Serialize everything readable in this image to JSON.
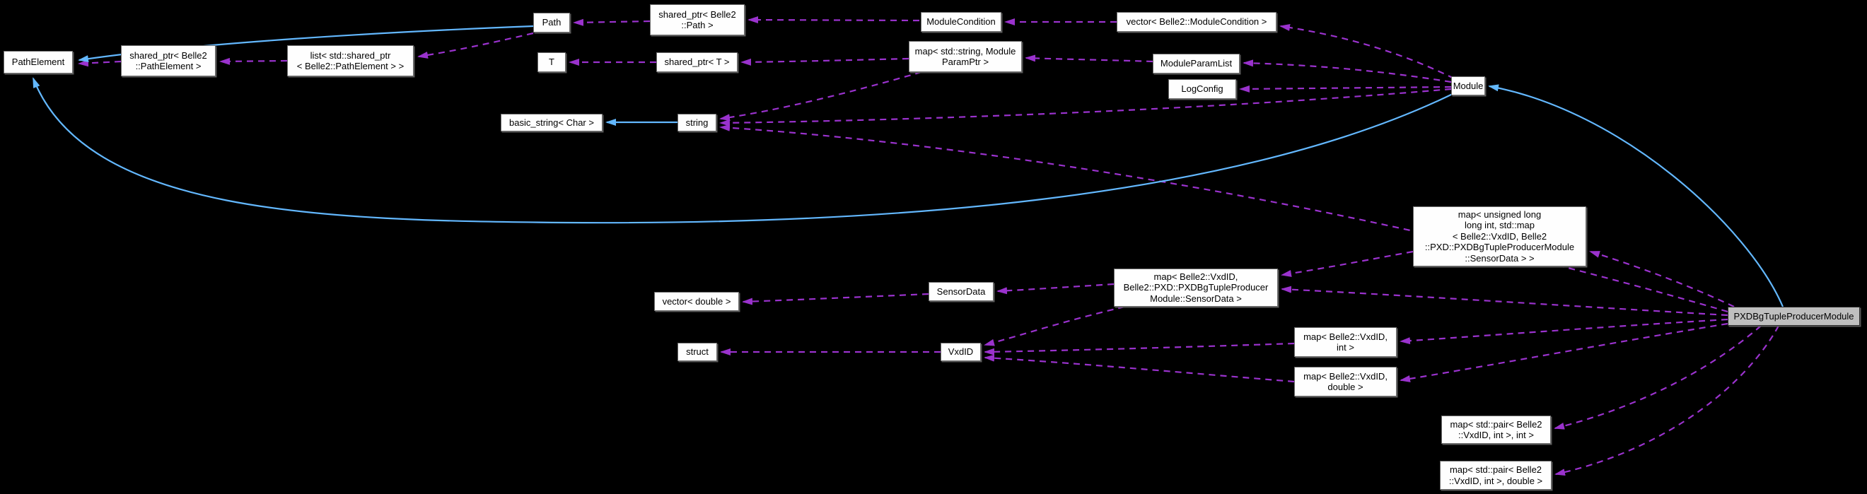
{
  "diagram": {
    "type": "doxygen-collaboration-graph",
    "highlighted_node": "PXDBgTupleProducerModule",
    "colors": {
      "background": "#000000",
      "uses_edge": "#9a32cd",
      "inheritance_edge": "#63b8ff",
      "node_fill": "#fefefe",
      "node_border": "#6e6e6e",
      "highlight_fill": "#bfbfbf",
      "text": "#000000"
    },
    "nodes": [
      {
        "id": "path_element",
        "label": "PathElement"
      },
      {
        "id": "sptr_pathelem",
        "label": "shared_ptr< Belle2\n::PathElement >"
      },
      {
        "id": "list_sptr",
        "label": "list< std::shared_ptr\n< Belle2::PathElement > >"
      },
      {
        "id": "path",
        "label": "Path"
      },
      {
        "id": "sptr_path",
        "label": "shared_ptr< Belle2\n::Path >"
      },
      {
        "id": "module_cond",
        "label": "ModuleCondition"
      },
      {
        "id": "vector_mc",
        "label": "vector< Belle2::ModuleCondition >"
      },
      {
        "id": "t",
        "label": "T"
      },
      {
        "id": "sptr_t",
        "label": "shared_ptr< T >"
      },
      {
        "id": "map_spp",
        "label": "map< std::string, Module\nParamPtr >"
      },
      {
        "id": "module_pl",
        "label": "ModuleParamList"
      },
      {
        "id": "log_config",
        "label": "LogConfig"
      },
      {
        "id": "module",
        "label": "Module"
      },
      {
        "id": "basic_string",
        "label": "basic_string< Char >"
      },
      {
        "id": "string",
        "label": "string"
      },
      {
        "id": "big_map",
        "label": "map< unsigned long\n long int, std::map\n< Belle2::VxdID, Belle2\n::PXD::PXDBgTupleProducerModule\n::SensorData > >"
      },
      {
        "id": "map_vs",
        "label": "map< Belle2::VxdID,\n Belle2::PXD::PXDBgTupleProducer\nModule::SensorData >"
      },
      {
        "id": "sensor_data",
        "label": "SensorData"
      },
      {
        "id": "vector_double",
        "label": "vector< double >"
      },
      {
        "id": "struct",
        "label": "struct"
      },
      {
        "id": "vxdid",
        "label": "VxdID"
      },
      {
        "id": "map_vi",
        "label": "map< Belle2::VxdID,\nint >"
      },
      {
        "id": "map_vd",
        "label": "map< Belle2::VxdID,\ndouble >"
      },
      {
        "id": "map_pi",
        "label": "map< std::pair< Belle2\n::VxdID, int >, int >"
      },
      {
        "id": "map_pd",
        "label": "map< std::pair< Belle2\n::VxdID, int >, double >"
      },
      {
        "id": "pxd_module",
        "label": "PXDBgTupleProducerModule"
      }
    ],
    "edges": [
      {
        "from": "sptr_pathelem",
        "to": "path_element",
        "type": "uses"
      },
      {
        "from": "list_sptr",
        "to": "sptr_pathelem",
        "type": "uses"
      },
      {
        "from": "path",
        "to": "list_sptr",
        "type": "uses"
      },
      {
        "from": "sptr_path",
        "to": "path",
        "type": "uses"
      },
      {
        "from": "module_cond",
        "to": "sptr_path",
        "type": "uses"
      },
      {
        "from": "vector_mc",
        "to": "module_cond",
        "type": "uses"
      },
      {
        "from": "module",
        "to": "vector_mc",
        "type": "uses"
      },
      {
        "from": "module",
        "to": "module_pl",
        "type": "uses"
      },
      {
        "from": "module",
        "to": "log_config",
        "type": "uses"
      },
      {
        "from": "module_pl",
        "to": "map_spp",
        "type": "uses"
      },
      {
        "from": "map_spp",
        "to": "sptr_t",
        "type": "uses"
      },
      {
        "from": "sptr_t",
        "to": "t",
        "type": "uses"
      },
      {
        "from": "map_spp",
        "to": "string",
        "type": "uses"
      },
      {
        "from": "module",
        "to": "string",
        "type": "uses"
      },
      {
        "from": "pxd_module",
        "to": "string",
        "type": "uses"
      },
      {
        "from": "pxd_module",
        "to": "big_map",
        "type": "uses"
      },
      {
        "from": "big_map",
        "to": "map_vs",
        "type": "uses"
      },
      {
        "from": "pxd_module",
        "to": "map_vs",
        "type": "uses"
      },
      {
        "from": "map_vs",
        "to": "sensor_data",
        "type": "uses"
      },
      {
        "from": "sensor_data",
        "to": "vector_double",
        "type": "uses"
      },
      {
        "from": "map_vs",
        "to": "vxdid",
        "type": "uses"
      },
      {
        "from": "map_vi",
        "to": "vxdid",
        "type": "uses"
      },
      {
        "from": "map_vd",
        "to": "vxdid",
        "type": "uses"
      },
      {
        "from": "vxdid",
        "to": "struct",
        "type": "uses"
      },
      {
        "from": "pxd_module",
        "to": "map_vi",
        "type": "uses"
      },
      {
        "from": "pxd_module",
        "to": "map_vd",
        "type": "uses"
      },
      {
        "from": "pxd_module",
        "to": "map_pi",
        "type": "uses"
      },
      {
        "from": "pxd_module",
        "to": "map_pd",
        "type": "uses"
      },
      {
        "from": "string",
        "to": "basic_string",
        "type": "inherits"
      },
      {
        "from": "pxd_module",
        "to": "module",
        "type": "inherits"
      },
      {
        "from": "module",
        "to": "path_element",
        "type": "inherits"
      },
      {
        "from": "path",
        "to": "path_element",
        "type": "inherits"
      }
    ]
  }
}
